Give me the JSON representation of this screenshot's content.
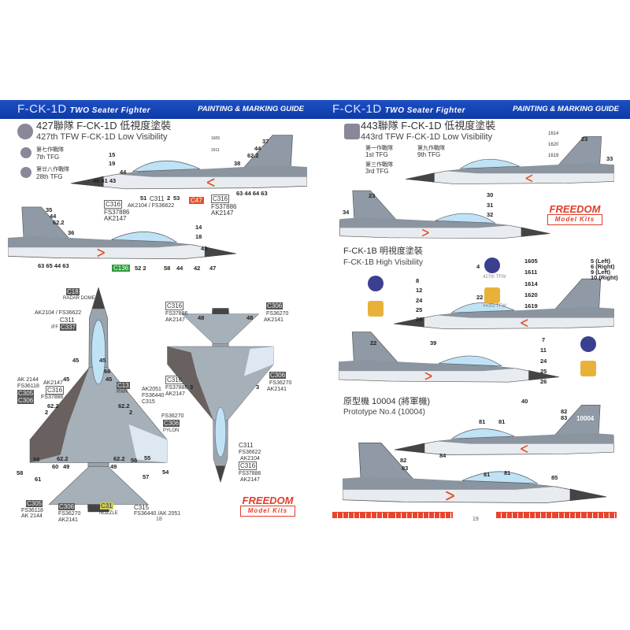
{
  "header": {
    "model": "F-CK-1D",
    "subtitle": "TWO Seater Fighter",
    "guide": "PAINTING & MARKING GUIDE"
  },
  "left": {
    "title_zh": "427聯隊 F-CK-1D 低視度塗裝",
    "title_en": "427th TFW F-CK-1D Low Visibility",
    "groups": [
      {
        "zh": "第七作戰隊",
        "en": "7th TFG"
      },
      {
        "zh": "第廿八作戰隊",
        "en": "28th TFG"
      }
    ],
    "serials": [
      "1605",
      "1611"
    ],
    "callouts": [
      "15",
      "19",
      "44",
      "46 41 43",
      "51",
      "C311",
      "2",
      "53",
      "C47",
      "37",
      "44",
      "62.2",
      "38",
      "63 44 64 63",
      "C316",
      "FS37886",
      "AK2147",
      "AK2104 / FS36622",
      "C316",
      "FS37886",
      "AK2147",
      "35",
      "44",
      "62.2",
      "36",
      "63 65 44 63",
      "C136",
      "52 2",
      "58",
      "44",
      "42",
      "47",
      "14",
      "18",
      "43"
    ],
    "top_view": [
      "C18",
      "RADAR DOME",
      "AK2104 / FS36622",
      "C311",
      "IFF",
      "C337",
      "45",
      "45",
      "66",
      "45",
      "45",
      "AK 2144",
      "FS36118",
      "C305",
      "C306",
      "AK2147",
      "C316",
      "FS37886",
      "C13",
      "RWR",
      "AK2051",
      "FS36440",
      "C315",
      "62.2",
      "2",
      "62.2",
      "2",
      "FS36270",
      "C306",
      "PYLON",
      "58",
      "62.2",
      "60",
      "49",
      "58",
      "61",
      "62.2",
      "49",
      "56",
      "55",
      "54",
      "57",
      "C305",
      "FS36118",
      "AK 2144",
      "C306",
      "FS36270",
      "AK2141",
      "C31",
      "NOZZLE",
      "C315",
      "FS36440 /AK 2051"
    ],
    "bottom_view": [
      "C316",
      "FS37886",
      "AK2147",
      "48",
      "48",
      "C306",
      "FS36270",
      "AK2141",
      "C316",
      "FS37886",
      "AK2147",
      "3",
      "3",
      "C306",
      "FS36270",
      "AK2141",
      "C311",
      "FS36622",
      "AK2104",
      "C316",
      "FS37886",
      "AK2147"
    ],
    "page_number": "18"
  },
  "right": {
    "title_zh": "443聯隊 F-CK-1D 低視度塗裝",
    "title_en": "443rd TFW F-CK-1D Low Visibility",
    "groups": [
      {
        "zh": "第一作戰隊",
        "en": "1st TFG"
      },
      {
        "zh": "第九作戰隊",
        "en": "9th TFG"
      },
      {
        "zh": "第三作戰隊",
        "en": "3rd TFG"
      }
    ],
    "serials": [
      "1614",
      "1620",
      "1619"
    ],
    "callouts": [
      "23",
      "33",
      "23",
      "34",
      "30",
      "31",
      "32"
    ],
    "hv_title_zh": "F-CK-1B 明視度塗裝",
    "hv_title_en": "F-CK-1B High Visibility",
    "hv_callouts": [
      "4",
      "427th TFW",
      "1605",
      "1611",
      "5 (Left)",
      "6 (Right)",
      "9 (Left)",
      "10 (Right)",
      "8",
      "12",
      "24",
      "25",
      "26",
      "22",
      "443rd TFW",
      "1614",
      "1620",
      "1619",
      "39",
      "22",
      "7",
      "11",
      "24",
      "25",
      "26",
      "40"
    ],
    "proto_title_zh": "原型機 10004 (將軍機)",
    "proto_title_en": "Prototype No.4 (10004)",
    "proto_callouts": [
      "82",
      "83",
      "81",
      "81",
      "84",
      "10004",
      "82",
      "83",
      "81",
      "81",
      "85"
    ],
    "page_number": "19"
  },
  "brand": {
    "name": "FREEDOM",
    "sub": "Model Kits"
  },
  "colors": {
    "band": "#1d4fc4",
    "upper": "#8a95a0",
    "lower": "#e8ecf0",
    "canopy": "#bfe3f5",
    "brand": "#e23c2a"
  }
}
